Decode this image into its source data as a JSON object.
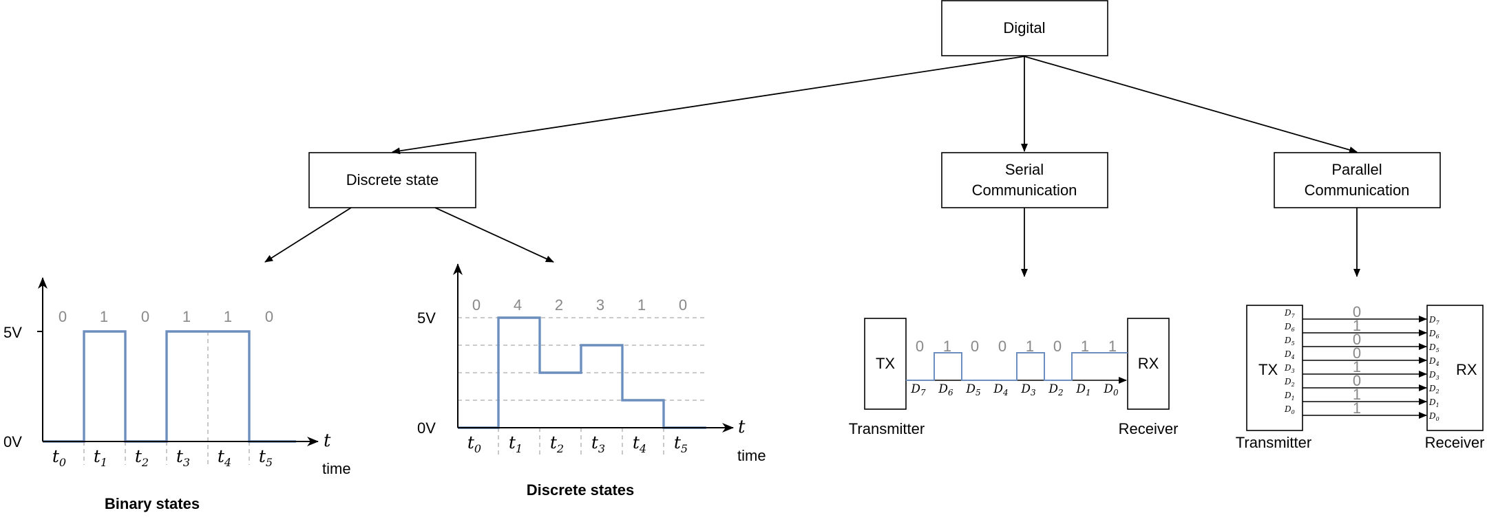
{
  "tree": {
    "root": "Digital",
    "discrete": "Discrete state",
    "serial_l1": "Serial",
    "serial_l2": "Communication",
    "parallel_l1": "Parallel",
    "parallel_l2": "Communication"
  },
  "binary": {
    "caption": "Binary states",
    "v_high": "5V",
    "v_low": "0V",
    "axis_var": "t",
    "time_label": "time",
    "bits": [
      "0",
      "1",
      "0",
      "1",
      "1",
      "0"
    ],
    "slots": [
      "0",
      "1",
      "2",
      "3",
      "4",
      "5"
    ]
  },
  "discrete_plot": {
    "caption": "Discrete states",
    "v_high": "5V",
    "v_low": "0V",
    "axis_var": "t",
    "time_label": "time",
    "levels": [
      "0",
      "4",
      "2",
      "3",
      "1",
      "0"
    ],
    "slots": [
      "0",
      "1",
      "2",
      "3",
      "4",
      "5"
    ]
  },
  "serial": {
    "tx": "TX",
    "rx": "RX",
    "tx_label": "Transmitter",
    "rx_label": "Receiver",
    "bits": [
      "0",
      "1",
      "0",
      "0",
      "1",
      "0",
      "1",
      "1"
    ],
    "data_lines": [
      "7",
      "6",
      "5",
      "4",
      "3",
      "2",
      "1",
      "0"
    ]
  },
  "parallel": {
    "tx": "TX",
    "rx": "RX",
    "tx_label": "Transmitter",
    "rx_label": "Receiver",
    "bits": [
      "0",
      "1",
      "0",
      "0",
      "1",
      "0",
      "1",
      "1"
    ],
    "data_lines": [
      "7",
      "6",
      "5",
      "4",
      "3",
      "2",
      "1",
      "0"
    ]
  }
}
